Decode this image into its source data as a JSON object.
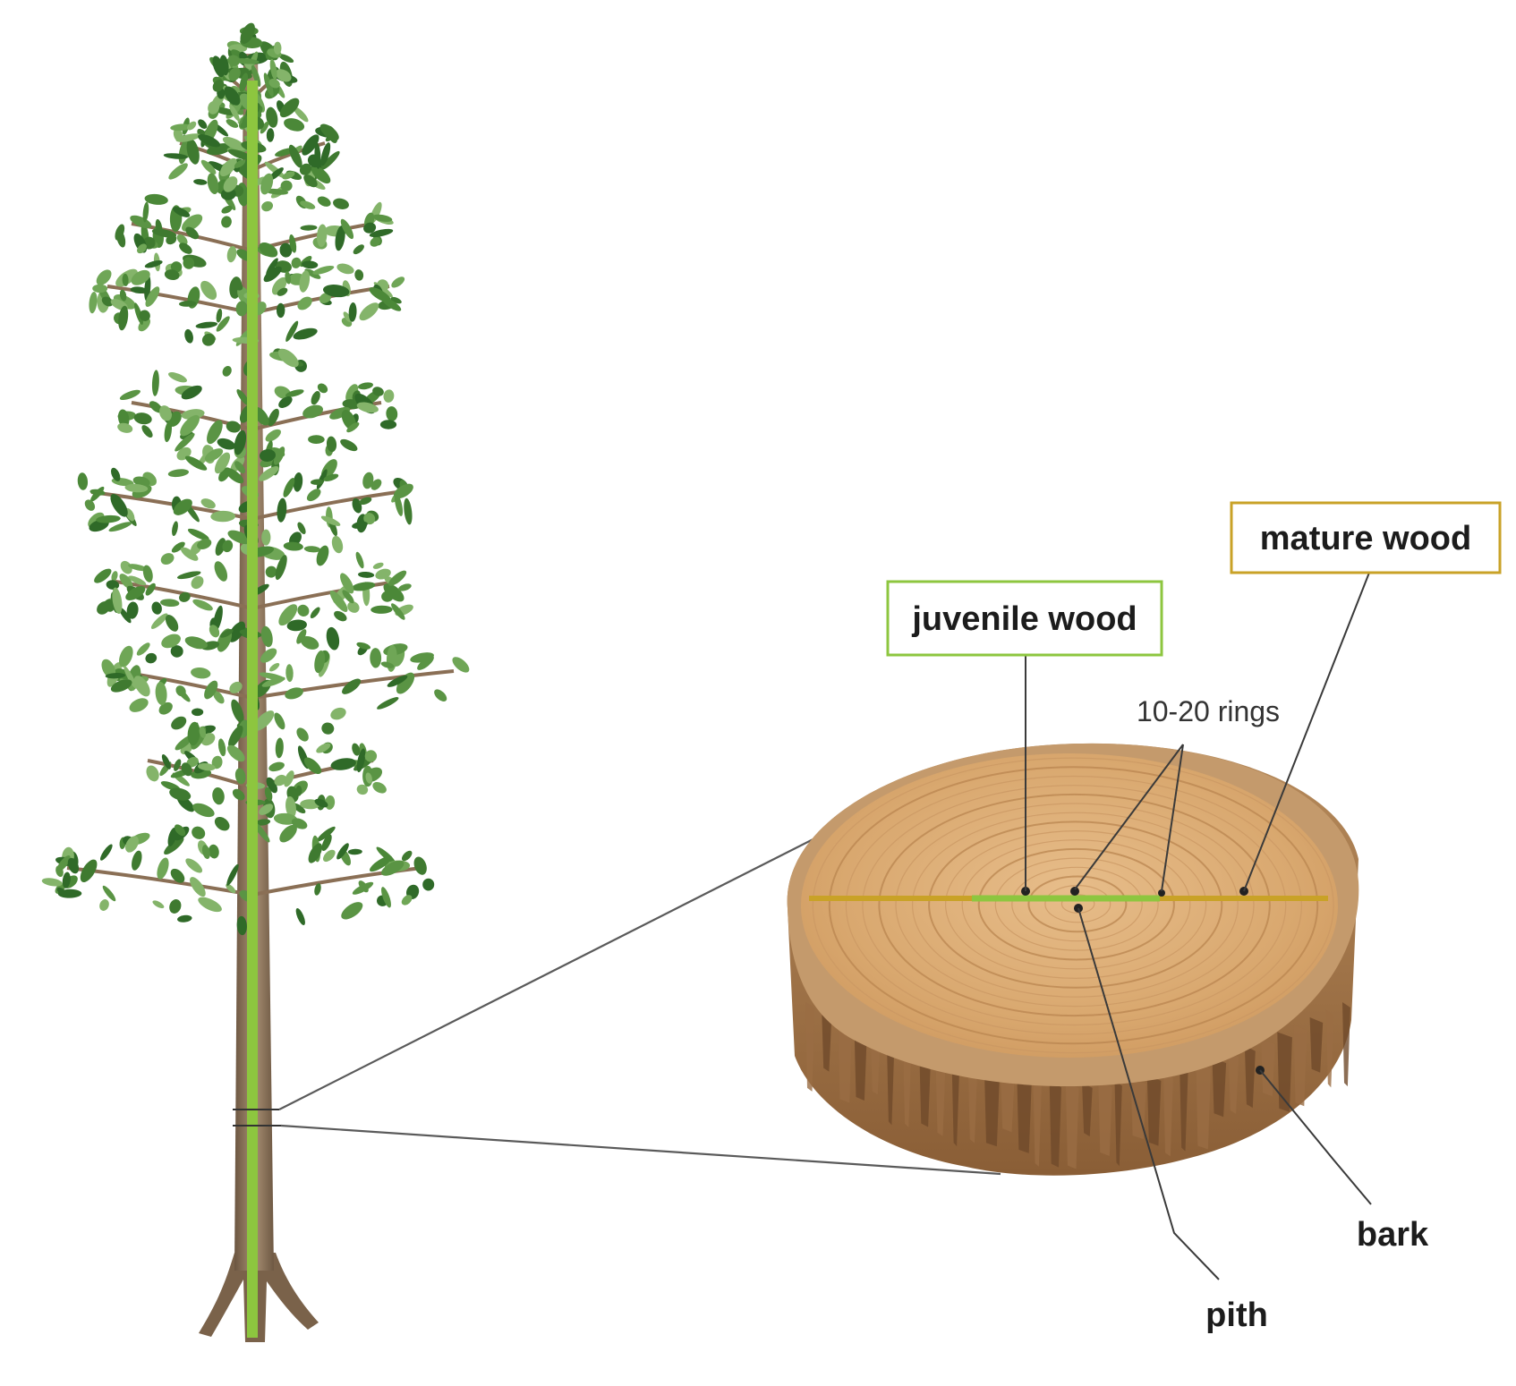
{
  "labels": {
    "mature_wood": "mature wood",
    "juvenile_wood": "juvenile wood",
    "rings": "10-20 rings",
    "pith": "pith",
    "bark": "bark"
  },
  "colors": {
    "juvenile": "#8dc63f",
    "mature": "#c9a227",
    "wood": "#dcae78",
    "bark": "#a77a4f",
    "foliage": "#4e8a3c"
  },
  "icons": {
    "tree": "pine-tree-illustration",
    "disc": "log-cross-section"
  }
}
